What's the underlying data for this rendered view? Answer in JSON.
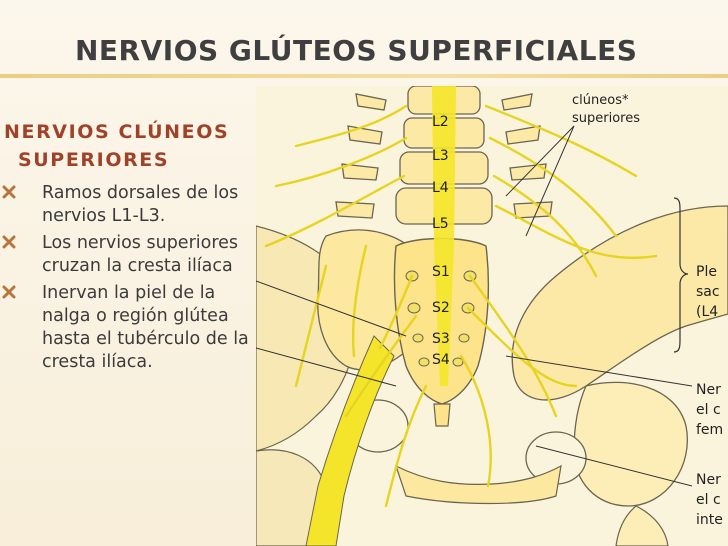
{
  "slide": {
    "title": "NERVIOS GLÚTEOS SUPERFICIALES",
    "heading_line1": "NERVIOS CLÚNEOS",
    "heading_line2": "SUPERIORES",
    "bullets": [
      "Ramos dorsales de los nervios L1-L3.",
      "Los nervios superiores cruzan la cresta ilíaca",
      "Inervan la piel de la nalga o región glútea hasta el tubérculo de la cresta ilíaca."
    ],
    "bullet_icon": "x-mark-icon",
    "colors": {
      "heading": "#a0422a",
      "nerve": "#f5e52a",
      "bone": "#fde9a6",
      "outline": "#5a5540"
    }
  },
  "figure": {
    "vertebra_labels": [
      "L2",
      "L3",
      "L4",
      "L5",
      "S1",
      "S2",
      "S3",
      "S4"
    ],
    "callout_top_line1": "clúneos*",
    "callout_top_line2": "superiores",
    "right_label_1_line1": "Ple",
    "right_label_1_line2": "sac",
    "right_label_1_line3": "(L4",
    "right_label_2_line1": "Ner",
    "right_label_2_line2": "el c",
    "right_label_2_line3": "fem",
    "right_label_3_line1": "Ner",
    "right_label_3_line2": "el c",
    "right_label_3_line3": "inte"
  }
}
